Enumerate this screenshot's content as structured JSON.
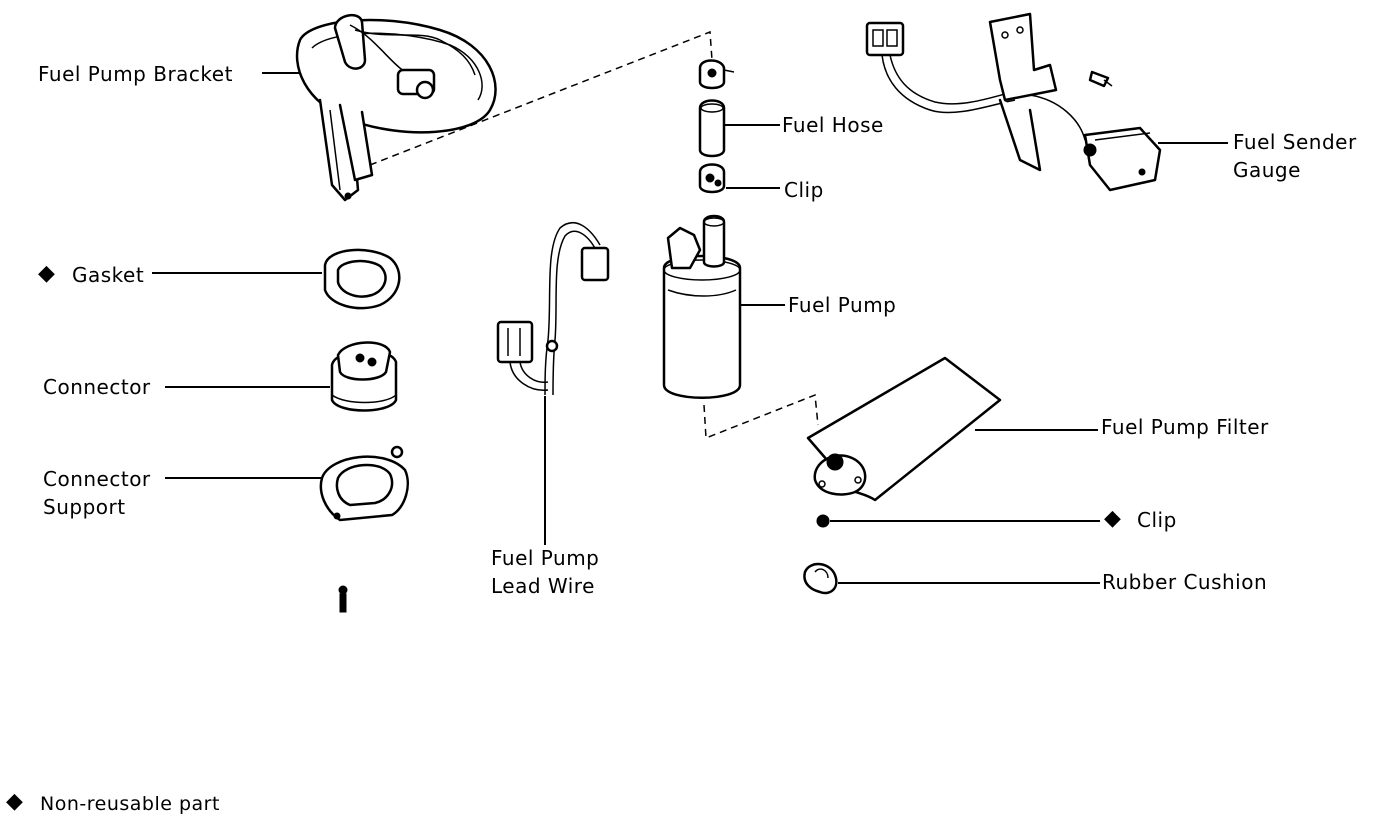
{
  "labels": {
    "fuel_pump_bracket": "Fuel Pump Bracket",
    "fuel_hose": "Fuel Hose",
    "clip_top": "Clip",
    "fuel_sender_gauge": "Fuel Sender\nGauge",
    "gasket": "Gasket",
    "fuel_pump": "Fuel Pump",
    "connector": "Connector",
    "fuel_pump_filter": "Fuel Pump Filter",
    "connector_support": "Connector\nSupport",
    "clip_bottom": "Clip",
    "fuel_pump_lead_wire": "Fuel Pump\nLead Wire",
    "rubber_cushion": "Rubber Cushion"
  },
  "legend": {
    "marker": "◆",
    "text": "Non-reusable part"
  },
  "non_reusable_marker": "◆"
}
